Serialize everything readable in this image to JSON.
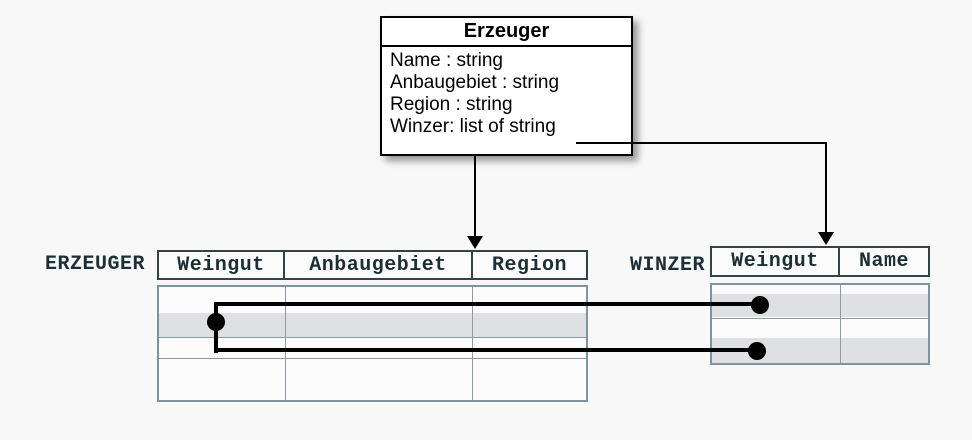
{
  "class_box": {
    "title": "Erzeuger",
    "attributes": [
      "Name : string",
      "Anbaugebiet : string",
      "Region : string",
      "Winzer: list of string"
    ]
  },
  "tables": {
    "erzeuger": {
      "label": "ERZEUGER",
      "columns": [
        "Weingut",
        "Anbaugebiet",
        "Region"
      ]
    },
    "winzer": {
      "label": "WINZER",
      "columns": [
        "Weingut",
        "Name"
      ]
    }
  },
  "colors": {
    "background": "#f8f8f9",
    "class_border": "#000000",
    "header_border": "#334449",
    "body_border": "#7f939c",
    "grid_line": "#8a9ba4",
    "row_stripe": "#dfe0e3",
    "text": "#1b2f35",
    "connector": "#000000"
  }
}
